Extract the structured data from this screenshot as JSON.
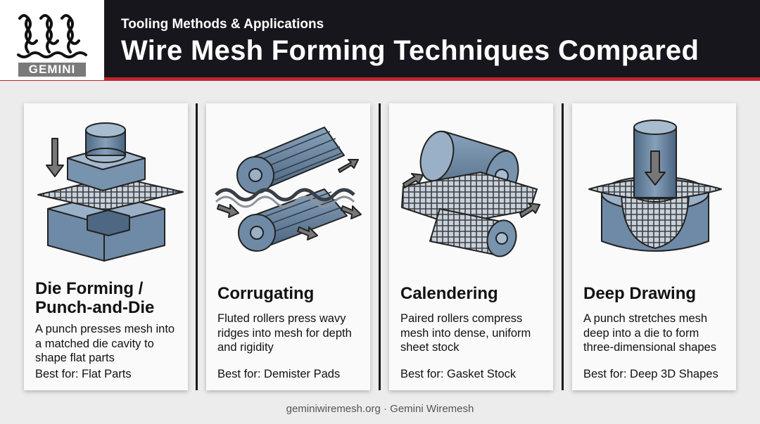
{
  "header": {
    "kicker": "Tooling Methods & Applications",
    "title": "Wire Mesh Forming Techniques Compared",
    "logo_text": "GEMINI"
  },
  "cards": [
    {
      "name": "Die Forming / Punch-and-Die",
      "desc": "A punch presses mesh into a matched die cavity to shape flat parts",
      "best": "Best for: Flat Parts"
    },
    {
      "name": "Corrugating",
      "desc": "Fluted rollers press wavy ridges into mesh for depth and rigidity",
      "best": "Best for: Demister Pads"
    },
    {
      "name": "Calendering",
      "desc": "Paired rollers compress mesh into dense, uniform sheet stock",
      "best": "Best for: Gasket Stock"
    },
    {
      "name": "Deep Drawing",
      "desc": "A punch stretches mesh deep into a die to form three-dimensional shapes",
      "best": "Best for: Deep 3D Shapes"
    }
  ],
  "footer": "geminiwiremesh.org · Gemini Wiremesh",
  "colors": {
    "header": "#16161c",
    "accent_red": "#c0262d",
    "steel": "#6f8aa6"
  }
}
